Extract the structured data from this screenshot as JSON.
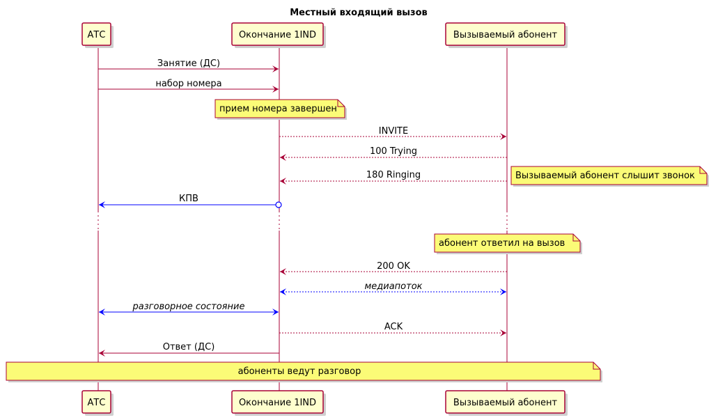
{
  "title": "Местный входящий вызов",
  "colors": {
    "participant_fill": "#FEFECE",
    "border": "#A80036",
    "note_fill": "#FBFB77",
    "blue": "#0000FF"
  },
  "participants": [
    {
      "id": "atc",
      "label": "АТС"
    },
    {
      "id": "end",
      "label": "Окончание 1IND"
    },
    {
      "id": "sub",
      "label": "Вызываемый абонент"
    }
  ],
  "messages": [
    {
      "from": "atc",
      "to": "end",
      "label": "Занятие (ДС)",
      "style": "solid",
      "color": "red"
    },
    {
      "from": "atc",
      "to": "end",
      "label": "набор номера",
      "style": "solid",
      "color": "red"
    },
    {
      "from": "end",
      "to": "sub",
      "label": "INVITE",
      "style": "dashed",
      "color": "red"
    },
    {
      "from": "sub",
      "to": "end",
      "label": "100 Trying",
      "style": "dashed",
      "color": "red"
    },
    {
      "from": "sub",
      "to": "end",
      "label": "180 Ringing",
      "style": "dashed",
      "color": "red"
    },
    {
      "from": "end",
      "to": "atc",
      "label": "КПВ",
      "style": "solid",
      "color": "blue",
      "start": "circle"
    },
    {
      "from": "sub",
      "to": "end",
      "label": "200 OK",
      "style": "dashed",
      "color": "red"
    },
    {
      "from": "end",
      "to": "sub",
      "label": "медиапоток",
      "style": "dashed",
      "color": "blue",
      "italic": true,
      "bidirectional": true
    },
    {
      "from": "atc",
      "to": "end",
      "label": "разговорное состояние",
      "style": "solid",
      "color": "blue",
      "italic": true,
      "bidirectional": true
    },
    {
      "from": "end",
      "to": "sub",
      "label": "ACK",
      "style": "dashed",
      "color": "red"
    },
    {
      "from": "end",
      "to": "atc",
      "label": "Ответ (ДС)",
      "style": "solid",
      "color": "red"
    }
  ],
  "notes": [
    {
      "text": "прием номера завершен"
    },
    {
      "text": "Вызываемый абонент слышит звонок"
    },
    {
      "text": "абонент ответил на вызов"
    },
    {
      "text": "абоненты ведут разговор"
    }
  ]
}
